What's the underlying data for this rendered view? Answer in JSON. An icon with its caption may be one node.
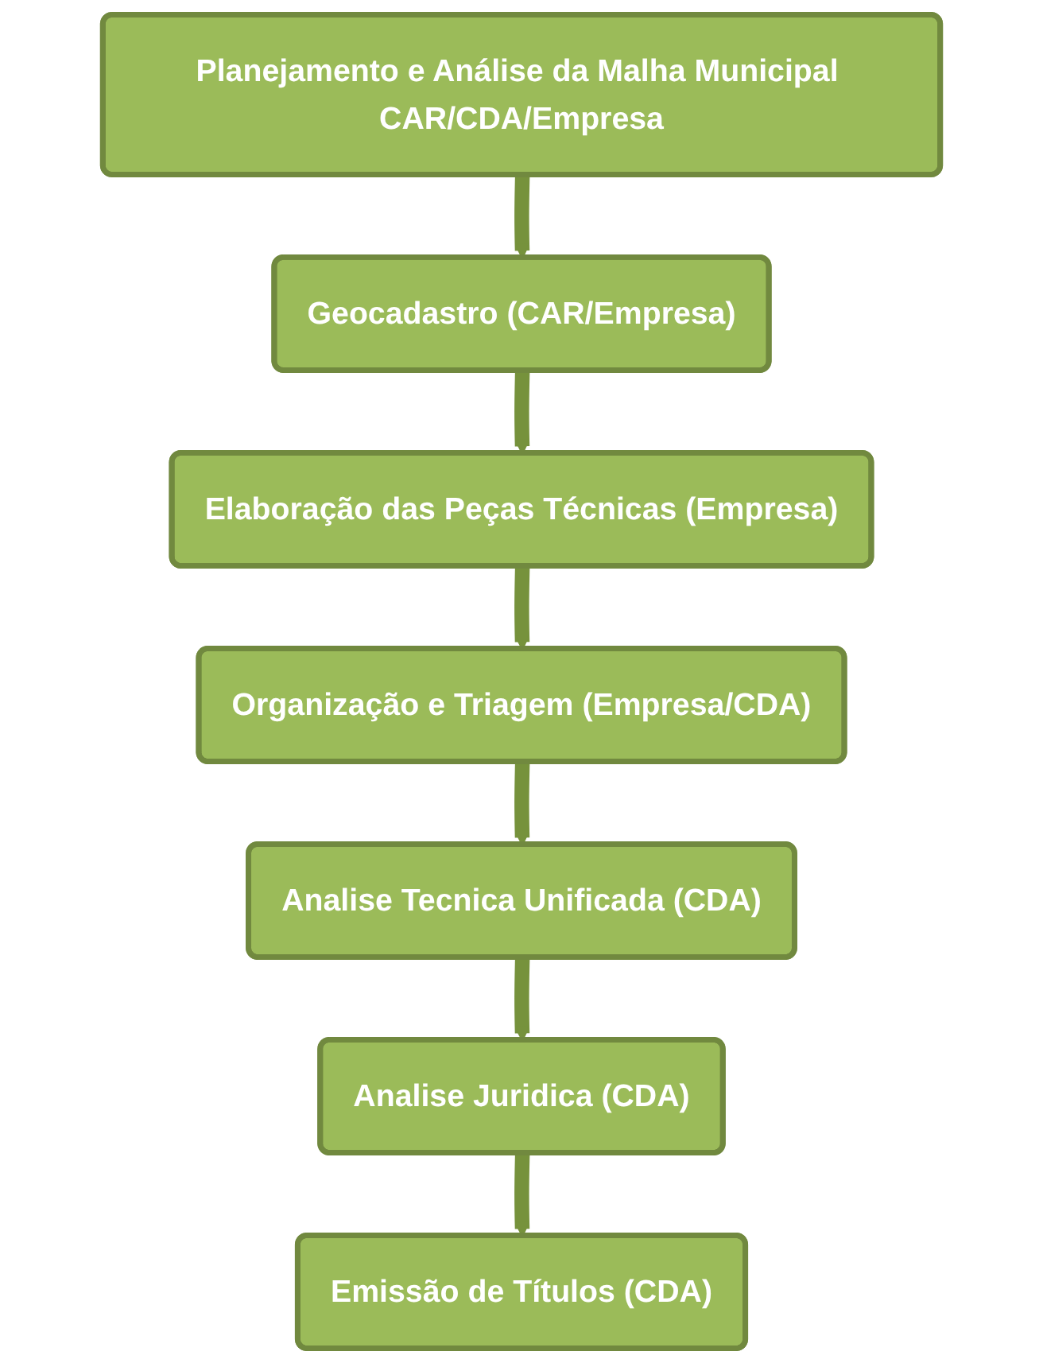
{
  "diagram": {
    "nodes": [
      {
        "text": [
          "Planejamento e Análise da Malha Municipal CAR/CDA/Empresa"
        ]
      },
      {
        "text": [
          "Geocadastro (CAR/Empresa)"
        ]
      },
      {
        "text": [
          "Elaboração das Peças Técnicas (Empresa)"
        ]
      },
      {
        "text": [
          "Organização e Triagem (Empresa/CDA)"
        ]
      },
      {
        "text": [
          "Analise Tecnica Unificada (CDA)"
        ]
      },
      {
        "text": [
          "Analise Juridica (CDA)"
        ]
      },
      {
        "text": [
          "Emissão de Títulos (CDA)"
        ]
      }
    ],
    "edges": [
      {
        "from": 0,
        "to": 1,
        "arrow": "to"
      },
      {
        "from": 1,
        "to": 2,
        "arrow": "to"
      },
      {
        "from": 2,
        "to": 3,
        "arrow": "to"
      },
      {
        "from": 3,
        "to": 4,
        "arrow": "to"
      },
      {
        "from": 4,
        "to": 5,
        "arrow": "to"
      },
      {
        "from": 5,
        "to": 6,
        "arrow": "to"
      }
    ]
  }
}
